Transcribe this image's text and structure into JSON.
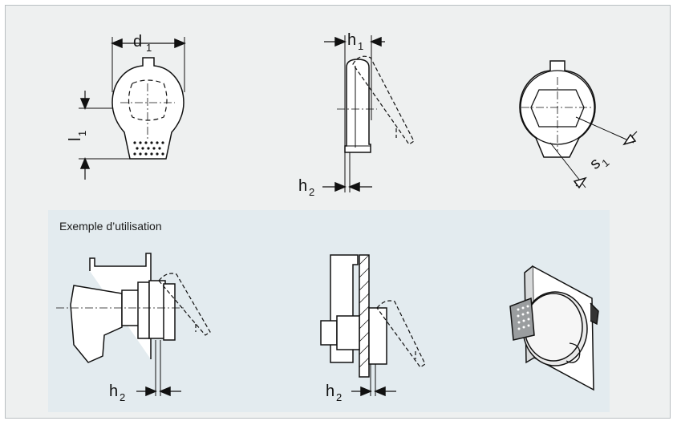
{
  "example_caption": "Exemple d’utilisation",
  "dimensions": {
    "d": "d",
    "d_sub": "1",
    "h1": "h",
    "h1_sub": "1",
    "l": "l",
    "l_sub": "1",
    "s": "s",
    "s_sub": "1",
    "h2": "h",
    "h2_sub": "2"
  },
  "colors": {
    "outer": "#eef0f0",
    "panel": "#e3ebef",
    "line": "#111111"
  }
}
